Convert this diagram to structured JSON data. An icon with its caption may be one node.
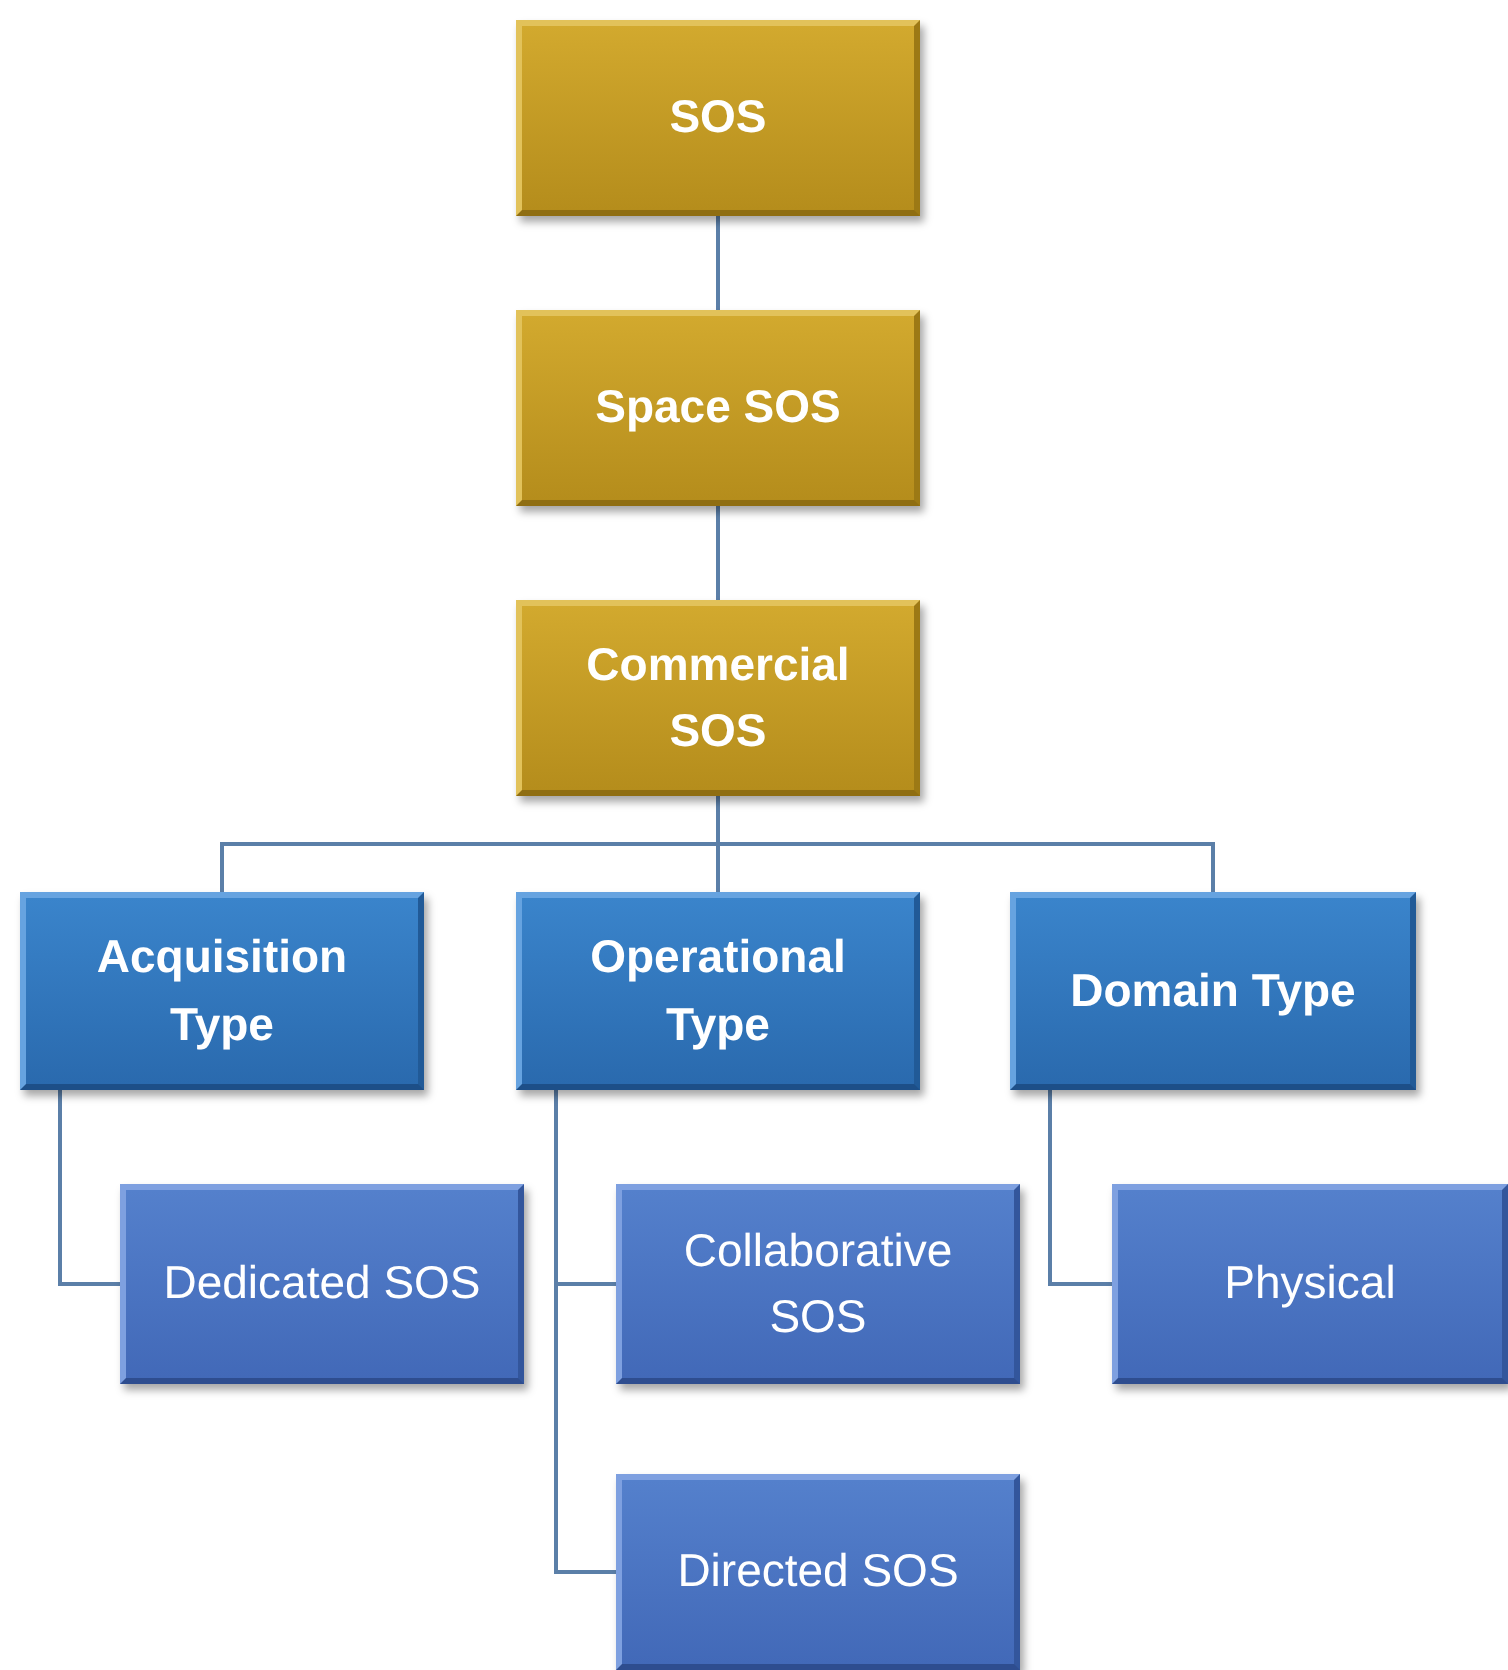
{
  "diagram": {
    "nodes": [
      {
        "text": [
          "SOS"
        ]
      },
      {
        "text": [
          "Space SOS"
        ]
      },
      {
        "text": [
          "Commercial SOS"
        ]
      },
      {
        "text": [
          "Acquisition Type"
        ]
      },
      {
        "text": [
          "Operational Type"
        ]
      },
      {
        "text": [
          "Domain Type"
        ]
      },
      {
        "text": [
          "Dedicated SOS"
        ]
      },
      {
        "text": [
          "Collaborative SOS"
        ]
      },
      {
        "text": [
          "Directed SOS"
        ]
      },
      {
        "text": [
          "Physical"
        ]
      }
    ],
    "edges": [
      {
        "from": 0,
        "to": 1,
        "arrow": "none"
      },
      {
        "from": 1,
        "to": 2,
        "arrow": "none"
      },
      {
        "from": 2,
        "to": 3,
        "arrow": "none"
      },
      {
        "from": 2,
        "to": 4,
        "arrow": "none"
      },
      {
        "from": 2,
        "to": 5,
        "arrow": "none"
      },
      {
        "from": 3,
        "to": 6,
        "arrow": "none"
      },
      {
        "from": 4,
        "to": 7,
        "arrow": "none"
      },
      {
        "from": 4,
        "to": 8,
        "arrow": "none"
      },
      {
        "from": 5,
        "to": 9,
        "arrow": "none"
      }
    ]
  }
}
